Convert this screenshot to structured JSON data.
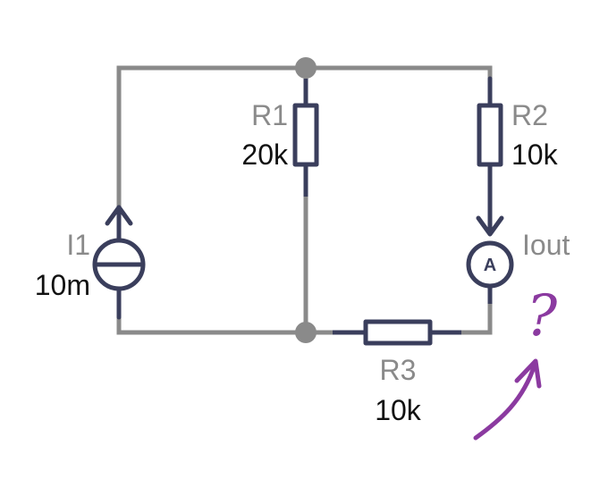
{
  "colors": {
    "wire": "#8a8a8a",
    "component": "#3a3e5c",
    "node": "#8a8a8a",
    "annotation": "#8b3aa0"
  },
  "components": {
    "I1": {
      "name": "I1",
      "value": "10m",
      "icon": "current-source-icon"
    },
    "R1": {
      "name": "R1",
      "value": "20k",
      "icon": "resistor-icon"
    },
    "R2": {
      "name": "R2",
      "value": "10k",
      "icon": "resistor-icon"
    },
    "R3": {
      "name": "R3",
      "value": "10k",
      "icon": "resistor-icon"
    },
    "ammeter": {
      "name": "Iout",
      "symbol": "A",
      "icon": "ammeter-icon"
    }
  },
  "annotation": {
    "text": "?",
    "icon": "hand-drawn-arrow-icon"
  }
}
